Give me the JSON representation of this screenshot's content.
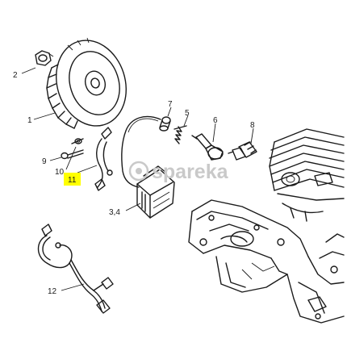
{
  "labels": {
    "l1": "1",
    "l2": "2",
    "l34": "3,4",
    "l5": "5",
    "l6": "6",
    "l7": "7",
    "l8": "8",
    "l9": "9",
    "l10": "10",
    "l11": "11",
    "l12": "12"
  },
  "watermark": "spareka",
  "colors": {
    "highlight": "#ffff00",
    "ink": "#1a1a1a",
    "watermark": "#c9c9c9"
  }
}
